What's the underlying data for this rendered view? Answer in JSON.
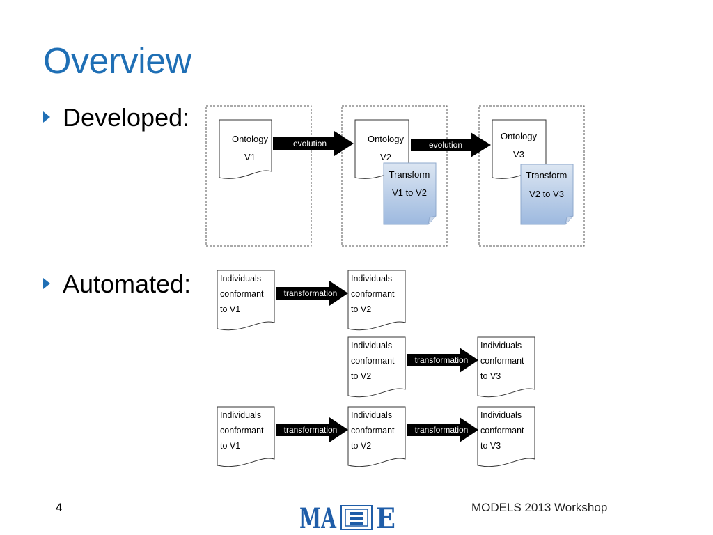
{
  "slide": {
    "title": "Overview",
    "bullets": [
      "Developed:",
      "Automated:"
    ],
    "page_number": "4",
    "footer": "MODELS 2013 Workshop",
    "logo_text": "MASE"
  },
  "developed": {
    "ontologies": [
      {
        "line1": "Ontology",
        "line2": "V1"
      },
      {
        "line1": "Ontology",
        "line2": "V2"
      },
      {
        "line1": "Ontology",
        "line2": "V3"
      }
    ],
    "transforms": [
      {
        "line1": "Transform",
        "line2": "V1 to V2"
      },
      {
        "line1": "Transform",
        "line2": "V2 to V3"
      }
    ],
    "arrow_label": "evolution"
  },
  "automated": {
    "doc_line1": "Individuals",
    "doc_line2": "conformant",
    "versions": [
      "to V1",
      "to V2",
      "to V3"
    ],
    "arrow_label": "transformation"
  },
  "colors": {
    "title": "#1F6FB5",
    "transform_fill_top": "#DCE6F2",
    "transform_fill_bottom": "#9DB9DF"
  }
}
